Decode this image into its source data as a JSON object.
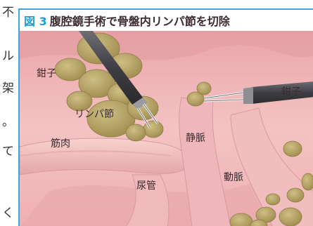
{
  "side_text": [
    "不",
    "ル",
    "架",
    "。",
    "て",
    "く"
  ],
  "figure": {
    "number": "図 3",
    "title": "腹腔鏡手術で骨盤内リンパ節を切除"
  },
  "labels": {
    "forceps_left": "鉗子",
    "forceps_right": "鉗子",
    "lymph_node": "リンパ節",
    "muscle": "筋肉",
    "vein": "静脈",
    "artery": "動脈",
    "ureter": "尿管"
  },
  "colors": {
    "accent": "#1f9fd6",
    "tissue": "#f0b6b7",
    "lymph": "#b3a062"
  }
}
